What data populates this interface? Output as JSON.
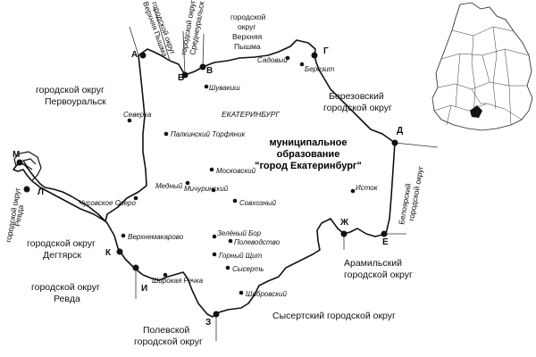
{
  "municipality": {
    "line1": "муниципальное",
    "line2": "образование",
    "line3": "\"город Екатеринбург\""
  },
  "city": "ЕКАТЕРИНБУРГ",
  "regions": {
    "pervouralsk": [
      "городской округ",
      "Первоуральск"
    ],
    "berezovsky": [
      "Березовский",
      "городской округ"
    ],
    "degtyarsk": [
      "городской округ",
      "Дегтярск"
    ],
    "revda_main": [
      "городской округ",
      "Ревда"
    ],
    "aramil": [
      "Арамильский",
      "городской округ"
    ],
    "sysert": "Сысертский городской округ",
    "polevskoy": [
      "Полевской",
      "городской округ"
    ],
    "v_pyshma_top": [
      "городской",
      "округ",
      "Верхняя",
      "Пышма"
    ],
    "v_pyshma_diag": [
      "городской округ",
      "Верхняя Пышма"
    ],
    "sredneuralsk": [
      "городской округ",
      "Среднеуральск"
    ],
    "revda_left": [
      "городской округ",
      "Ревда"
    ],
    "beloyarsky": [
      "Белоярский",
      "городской округ"
    ]
  },
  "markers": [
    "А",
    "Б",
    "В",
    "Г",
    "Д",
    "Е",
    "Ж",
    "З",
    "И",
    "К",
    "Л",
    "М"
  ],
  "places": {
    "sadovy": "Садовый",
    "berezit": "Березит",
    "shuvakish": "Шувакиш",
    "severka": "Северка",
    "palkino": "Палкинский Торфяник",
    "moskovsky": "Московский",
    "medny": "Медный",
    "michurinsky": "Мичуринский",
    "sovkhozny": "Совхозный",
    "chusovskoe": "Чусовское Озеро",
    "istok": "Исток",
    "verkhnemakarovo": "Верхнемакарово",
    "zeleny_bor": "Зелёный Бор",
    "polevodstvo": "Полеводство",
    "gorny_shchit": "Горный Щит",
    "sysert": "Сысерть",
    "shirokaya": "Широкая Речка",
    "shabrovsky": "Шабровский"
  },
  "inset": {
    "icon": "sverdlovsk-oblast-inset-map"
  }
}
